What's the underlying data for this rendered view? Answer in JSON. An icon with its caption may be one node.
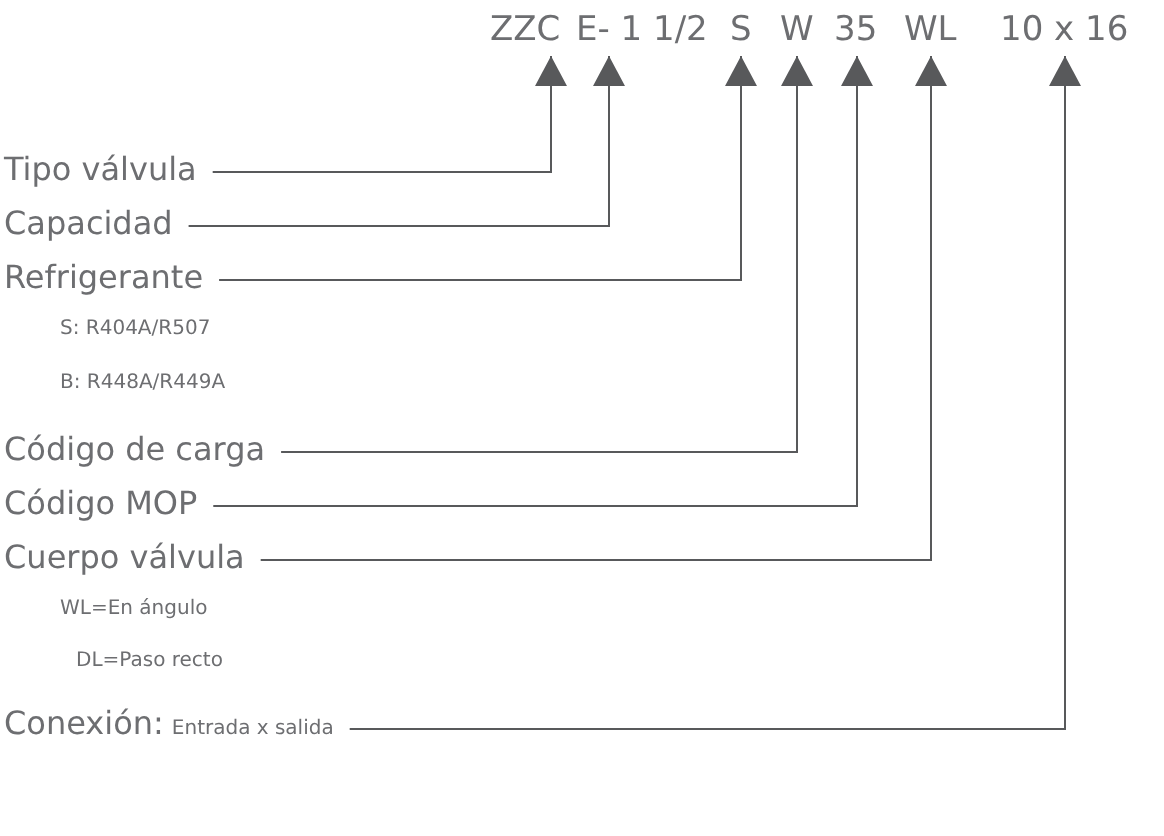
{
  "diagram": {
    "nodes": [
      {
        "text": [
          "ZZC"
        ]
      },
      {
        "text": [
          "E- 1 1/2"
        ]
      },
      {
        "text": [
          "S"
        ]
      },
      {
        "text": [
          "W"
        ]
      },
      {
        "text": [
          "35"
        ]
      },
      {
        "text": [
          "WL"
        ]
      },
      {
        "text": [
          "10 x 16"
        ]
      },
      {
        "text": [
          "Tipo válvula"
        ]
      },
      {
        "text": [
          "Capacidad"
        ]
      },
      {
        "text": [
          "Refrigerante"
        ],
        "beside": [
          "S: R404A/R507",
          "B: R448A/R449A"
        ]
      },
      {
        "text": [
          "Código de carga"
        ]
      },
      {
        "text": [
          "Código MOP"
        ]
      },
      {
        "text": [
          "Cuerpo válvula"
        ],
        "beside": [
          "WL=En ángulo",
          "DL=Paso recto"
        ]
      },
      {
        "text": [
          "Conexión:",
          "Entrada x salida"
        ]
      }
    ],
    "edges": [
      {
        "from": 7,
        "to": 0,
        "arrow": "to"
      },
      {
        "from": 8,
        "to": 1,
        "arrow": "to"
      },
      {
        "from": 9,
        "to": 2,
        "arrow": "to"
      },
      {
        "from": 10,
        "to": 3,
        "arrow": "to"
      },
      {
        "from": 11,
        "to": 4,
        "arrow": "to"
      },
      {
        "from": 12,
        "to": 5,
        "arrow": "to"
      },
      {
        "from": 13,
        "to": 6,
        "arrow": "to"
      }
    ]
  }
}
